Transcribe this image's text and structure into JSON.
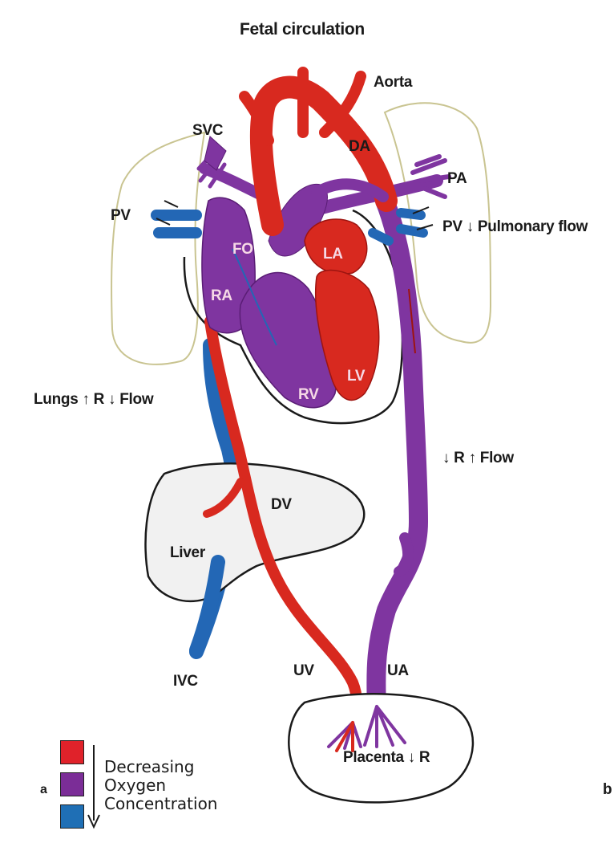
{
  "title": "Fetal circulation",
  "labels": {
    "aorta": "Aorta",
    "svc": "SVC",
    "da": "DA",
    "pa": "PA",
    "pv_left": "PV",
    "pv_right": "PV ↓ Pulmonary flow",
    "fo": "FO",
    "la": "LA",
    "ra": "RA",
    "lv": "LV",
    "rv": "RV",
    "lungs": "Lungs ↑ R ↓ Flow",
    "systemic": "↓ R ↑ Flow",
    "dv": "DV",
    "liver": "Liver",
    "ivc": "IVC",
    "uv": "UV",
    "ua": "UA",
    "placenta": "Placenta ↓ R"
  },
  "panel_labels": {
    "a": "a",
    "b": "b"
  },
  "legend": {
    "line1": "Decreasing",
    "line2": "Oxygen",
    "line3": "Concentration",
    "colors": [
      "#e0222a",
      "#7b2d97",
      "#1f6fb5"
    ]
  },
  "colors": {
    "oxygenated": "#d8291f",
    "mixed": "#7f35a0",
    "deoxygenated": "#2367b5",
    "outline": "#1a1a1a",
    "lung_outline": "#c9c491"
  }
}
